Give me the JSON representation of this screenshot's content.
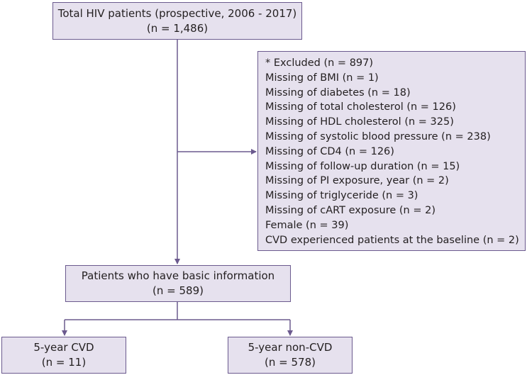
{
  "total": {
    "line1": "Total HIV patients (prospective, 2006 - 2017)",
    "line2": "(n = 1,486)"
  },
  "excluded": {
    "heading": "* Excluded (n = 897)",
    "items": [
      "Missing of BMI (n = 1)",
      "Missing of diabetes (n = 18)",
      "Missing of total cholesterol (n = 126)",
      "Missing of HDL cholesterol (n = 325)",
      "Missing of systolic blood pressure (n = 238)",
      "Missing of CD4 (n = 126)",
      "Missing of follow-up duration (n = 15)",
      "Missing of PI exposure, year (n = 2)",
      "Missing of triglyceride (n = 3)",
      "Missing of cART exposure (n = 2)",
      "Female (n = 39)",
      "CVD experienced patients at the baseline (n = 2)"
    ]
  },
  "basic": {
    "line1": "Patients who have basic information",
    "line2": "(n = 589)"
  },
  "cvd": {
    "line1": "5-year CVD",
    "line2": "(n = 11)"
  },
  "noncvd": {
    "line1": "5-year non-CVD",
    "line2": "(n = 578)"
  },
  "colors": {
    "box_fill": "#e6e1ee",
    "box_border": "#6b5a8e",
    "connector": "#6b5a8e",
    "text": "#231f20"
  }
}
